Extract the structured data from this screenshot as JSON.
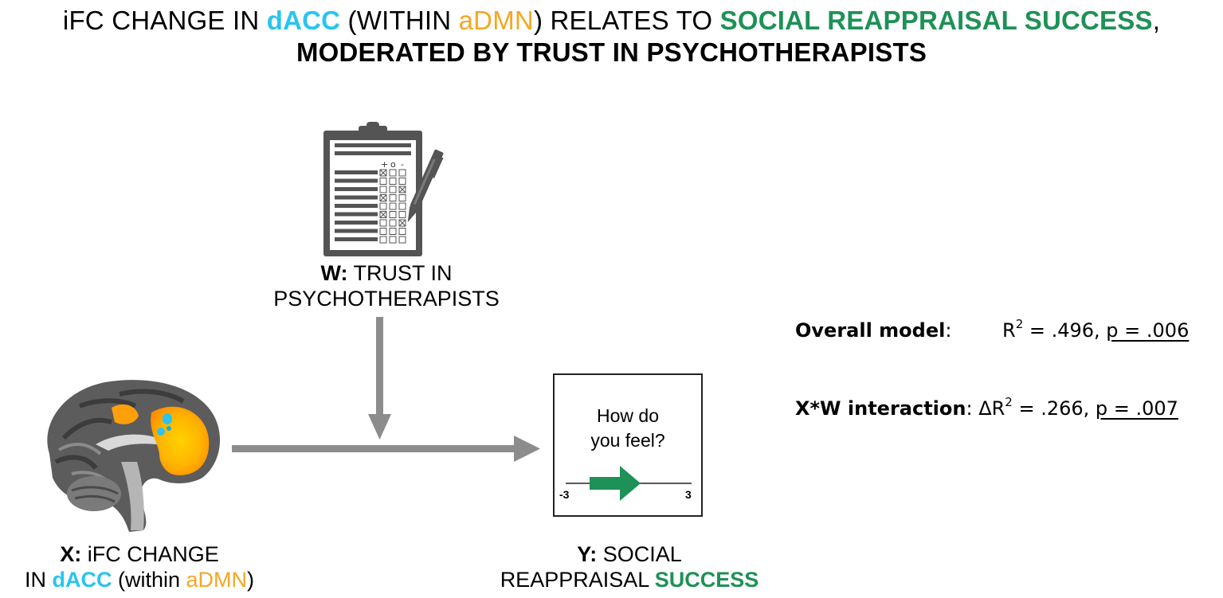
{
  "title": {
    "line1_a": "iFC CHANGE IN ",
    "line1_dacc": "dACC",
    "line1_b": " (WITHIN ",
    "line1_admn": "aDMN",
    "line1_c": ") RELATES TO ",
    "line1_success": "SOCIAL REAPPRAISAL SUCCESS",
    "line1_comma": ",",
    "line2": "MODERATED BY TRUST IN PSYCHOTHERAPISTS"
  },
  "questionnaire_marks": {
    "plus": "+",
    "o": "o",
    "minus": "-"
  },
  "w_node": {
    "prefix": "W:",
    "line1": " TRUST IN",
    "line2": "PSYCHOTHERAPISTS"
  },
  "x_node": {
    "prefix": "X:",
    "line1": " iFC CHANGE",
    "line2_a": "IN ",
    "line2_dacc": "dACC",
    "line2_b": " (within ",
    "line2_admn": "aDMN",
    "line2_c": ")"
  },
  "y_node": {
    "prefix": "Y:",
    "line1": " SOCIAL",
    "line2_a": "REAPPRAISAL ",
    "line2_success": "SUCCESS",
    "question_l1": "How do",
    "question_l2": "you feel?",
    "scale_min": "-3",
    "scale_max": "3"
  },
  "stats": {
    "overall_label": "Overall model",
    "overall_colon": ":",
    "overall_r": "R",
    "overall_sup": "2",
    "overall_val": " = .496, ",
    "overall_p": "p = .006",
    "inter_label": "X*W interaction",
    "inter_colon": ": ",
    "inter_r": "ΔR",
    "inter_sup": "2",
    "inter_val": " = .266, ",
    "inter_p": "p = .007"
  },
  "colors": {
    "cyan": "#29c4f0",
    "orange": "#f5a623",
    "green": "#1e9156",
    "arrow_gray": "#8c8c8c",
    "icon_gray": "#545454"
  },
  "icons": {
    "questionnaire": "clipboard-questionnaire-icon",
    "brain": "brain-sagittal-slice-icon"
  }
}
